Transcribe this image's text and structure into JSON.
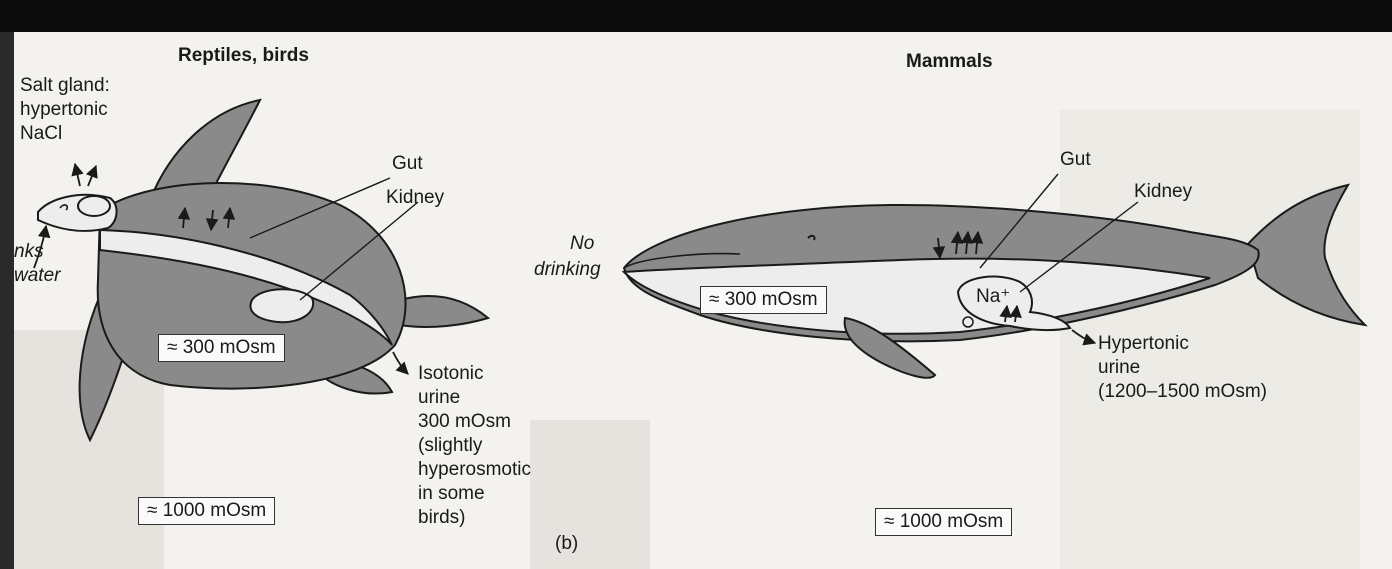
{
  "left_panel": {
    "title": "Reptiles, birds",
    "salt_gland_lines": [
      "Salt gland:",
      "hypertonic",
      "NaCl"
    ],
    "drinks_partial": "nks",
    "water_partial": "water",
    "gut": "Gut",
    "kidney": "Kidney",
    "body_fluid": "≈ 300 mOsm",
    "urine_lines": [
      "Isotonic",
      "urine",
      "300 mOsm",
      "(slightly",
      "hyperosmotic",
      "in some",
      "birds)"
    ],
    "environment": "≈ 1000 mOsm"
  },
  "right_panel": {
    "title": "Mammals",
    "no_drinking_lines": [
      "No",
      "drinking"
    ],
    "gut": "Gut",
    "kidney": "Kidney",
    "body_fluid": "≈ 300 mOsm",
    "sodium": "Na⁺",
    "urine_lines": [
      "Hypertonic",
      "urine",
      "(1200–1500 mOsm)"
    ],
    "environment": "≈ 1000 mOsm"
  },
  "panel_label": "(b)",
  "colors": {
    "body_gray": "#8a8a8a",
    "light_band": "#ededed",
    "outline": "#1a1a1a"
  }
}
